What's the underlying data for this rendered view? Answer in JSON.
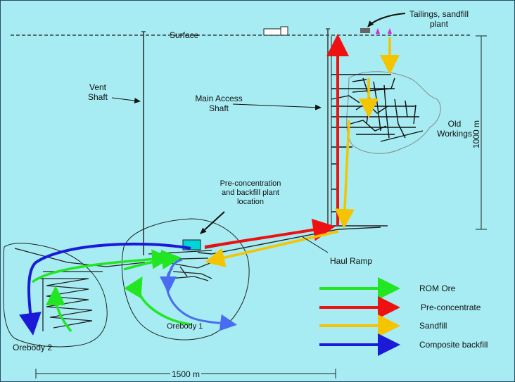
{
  "labels": {
    "surface": "Surface",
    "tailings_line1": "Tailings, sandfill",
    "tailings_line2": "plant",
    "vent_line1": "Vent",
    "vent_line2": "Shaft",
    "main_line1": "Main Access",
    "main_line2": "Shaft",
    "old_line1": "Old",
    "old_line2": "Workings",
    "preconc_line1": "Pre-concentration",
    "preconc_line2": "and backfill plant",
    "preconc_line3": "location",
    "haul_ramp": "Haul Ramp",
    "orebody1": "Orebody 1",
    "orebody2": "Orebody 2",
    "depth_scale": "1000 m",
    "width_scale": "1500 m"
  },
  "legend": [
    {
      "label": "ROM Ore",
      "color": "#22e622"
    },
    {
      "label": "Pre-concentrate",
      "color": "#ee1111"
    },
    {
      "label": "Sandfill",
      "color": "#f5c400"
    },
    {
      "label": "Composite backfill",
      "color": "#1a1ad8"
    }
  ],
  "colors": {
    "background": "#a6ecf2",
    "plant": "#00d4d8",
    "rom_ore": "#22e622",
    "preconcentrate": "#ee1111",
    "sandfill": "#f5c400",
    "composite_backfill": "#1a1ad8",
    "backfill_light": "#4a6cf0"
  }
}
